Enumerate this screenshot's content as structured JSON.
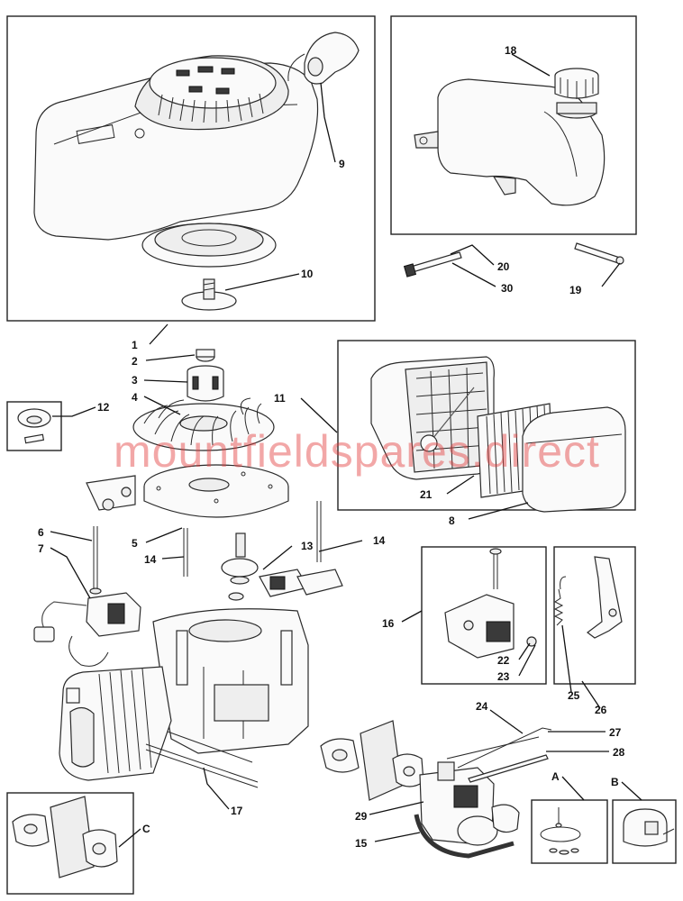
{
  "watermark": "mountfieldspares.direct",
  "callouts": {
    "c1": "1",
    "c2": "2",
    "c3": "3",
    "c4": "4",
    "c5": "5",
    "c6": "6",
    "c7": "7",
    "c8": "8",
    "c9": "9",
    "c10": "10",
    "c11": "11",
    "c12": "12",
    "c13": "13",
    "c14a": "14",
    "c14b": "14",
    "c15": "15",
    "c16": "16",
    "c17": "17",
    "c18": "18",
    "c19": "19",
    "c20": "20",
    "c21": "21",
    "c22": "22",
    "c23": "23",
    "c24": "24",
    "c25": "25",
    "c26": "26",
    "c27": "27",
    "c28": "28",
    "c29": "29",
    "c30": "30",
    "cA": "A",
    "cB": "B",
    "cC": "C"
  }
}
